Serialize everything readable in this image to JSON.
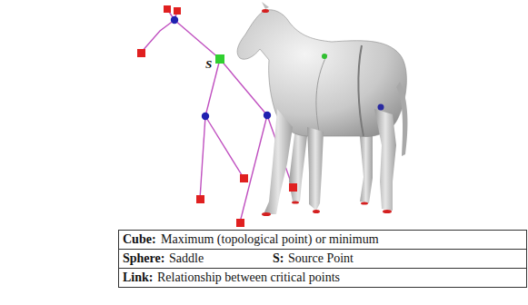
{
  "diagram": {
    "labels": [
      "S",
      "Cube:",
      "Maximum (topological point) or minimum",
      "Sphere:",
      "Saddle",
      "S:",
      "Source Point",
      "Link:",
      "Relationship between critical points"
    ]
  }
}
